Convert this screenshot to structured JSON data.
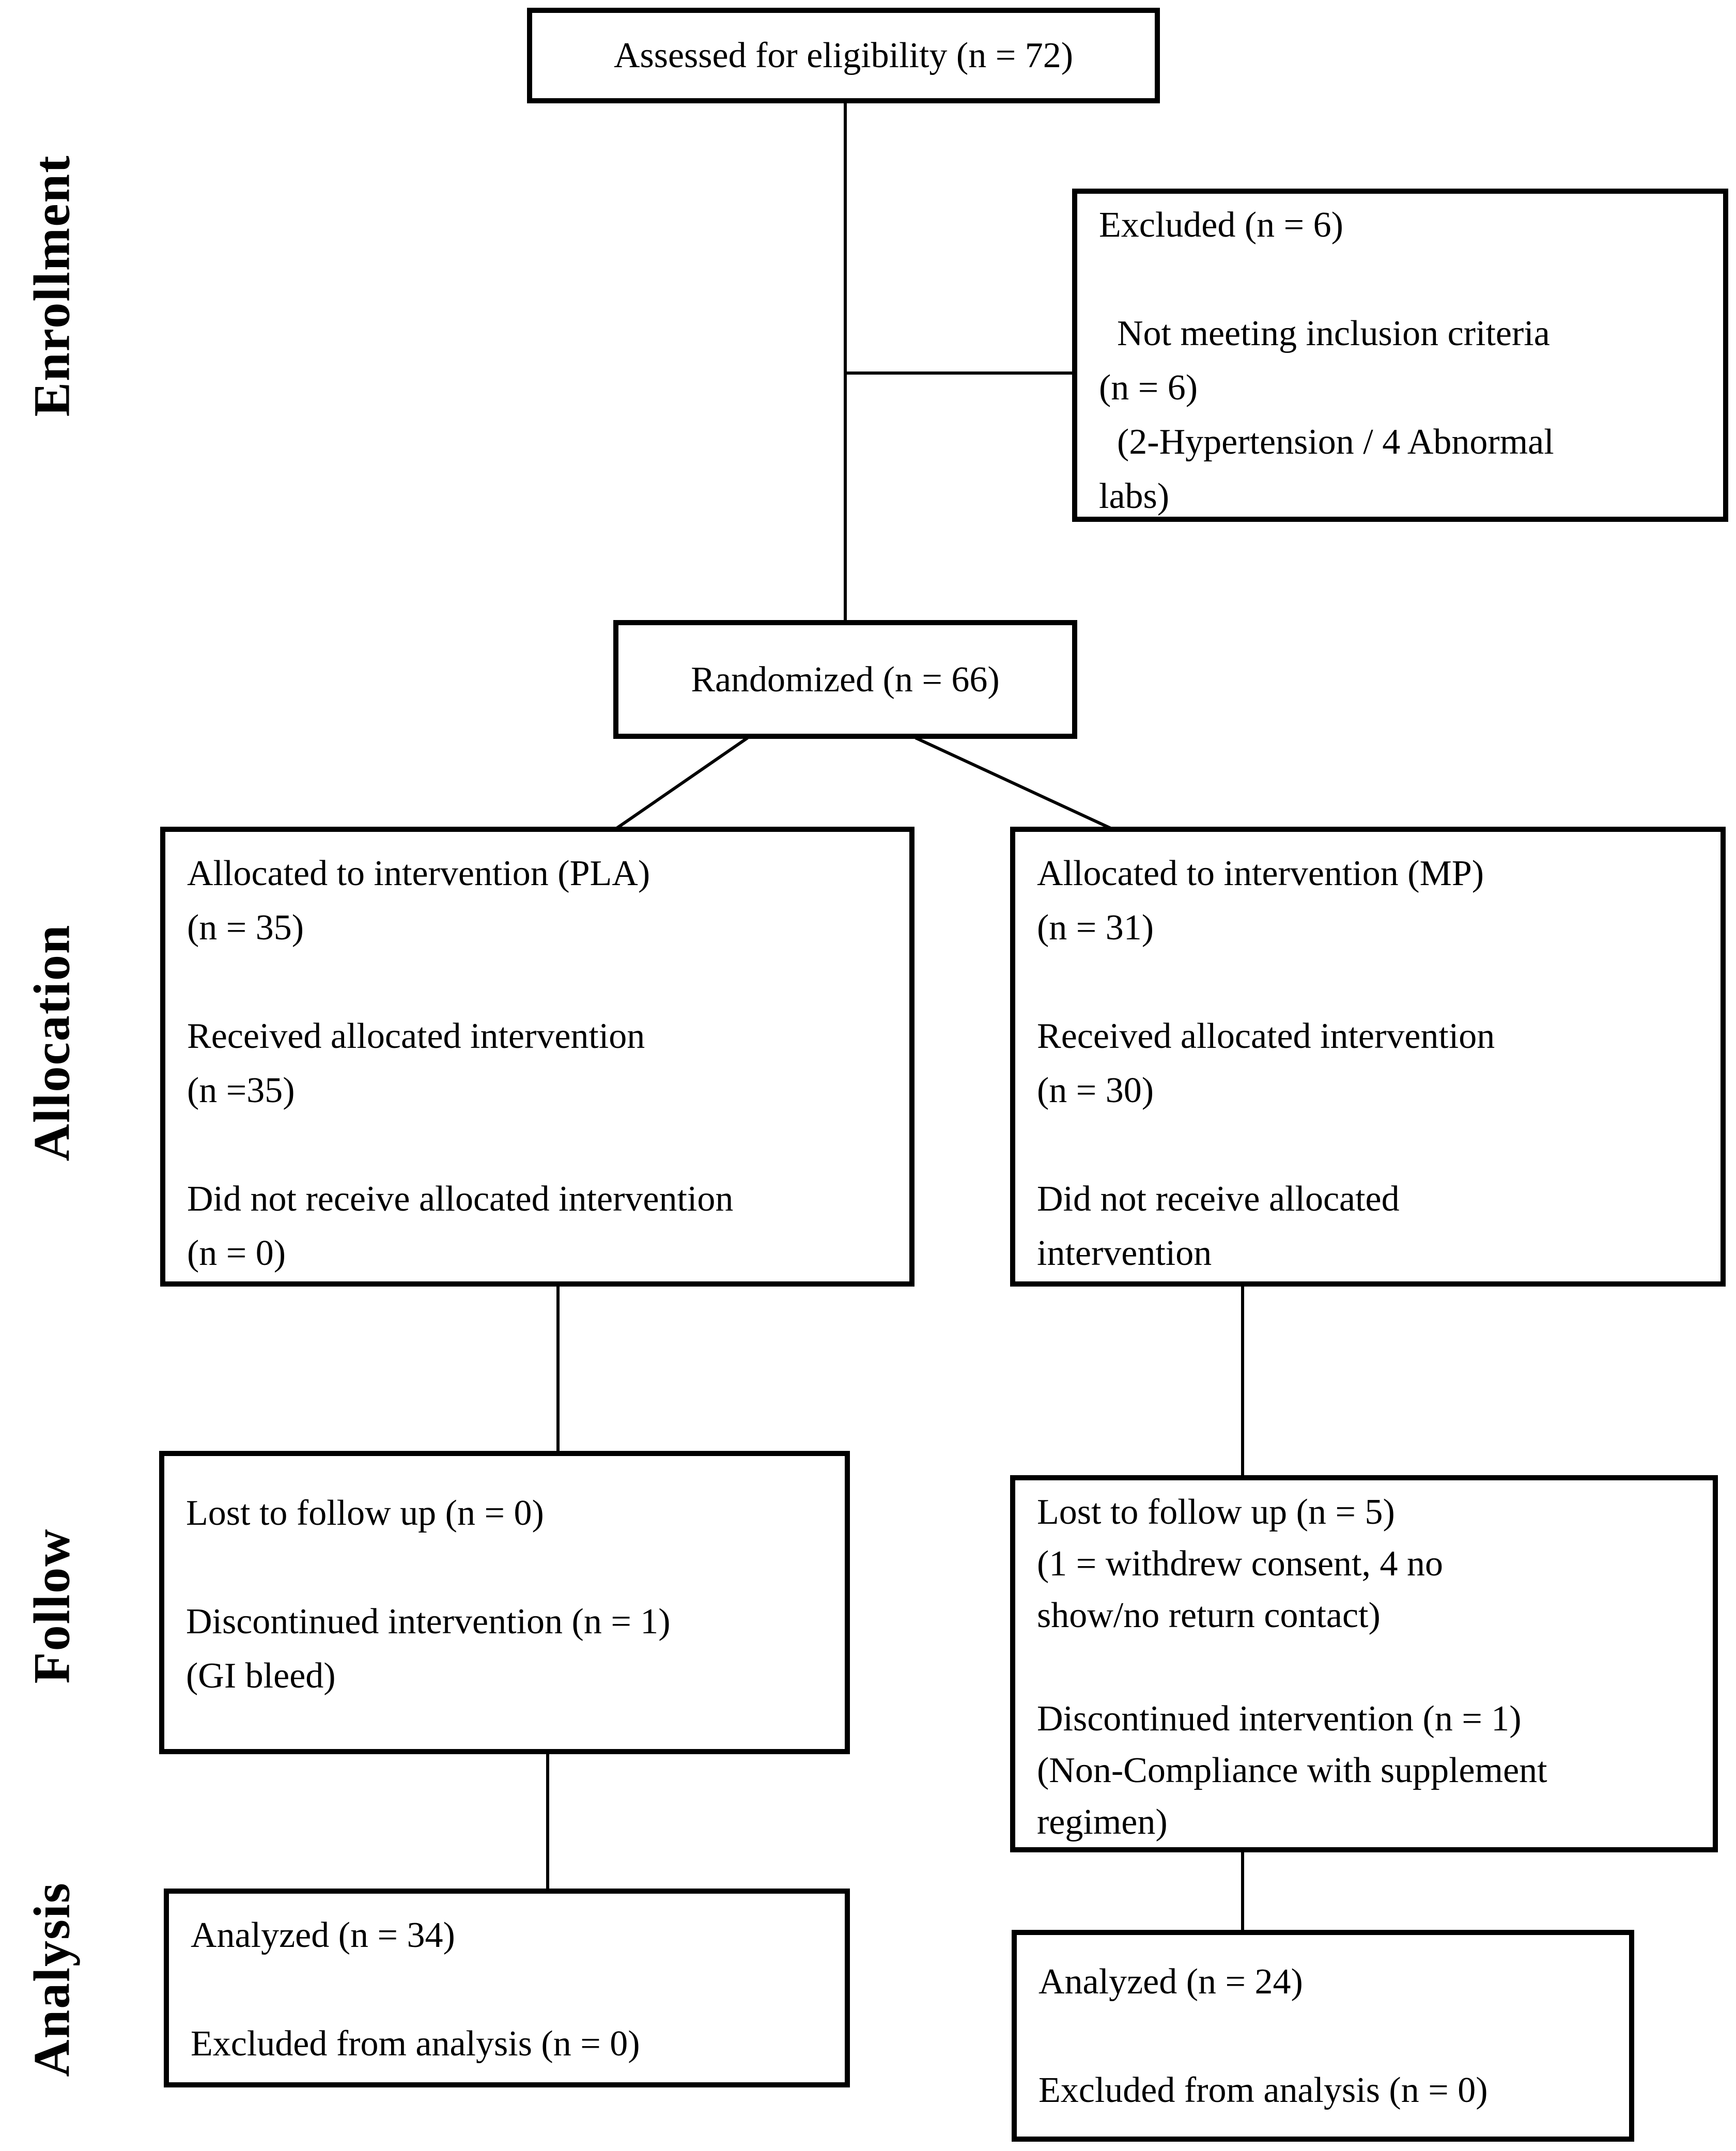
{
  "figure": {
    "type": "consort-flow-diagram",
    "background_color": "#ffffff",
    "ink_color": "#000000",
    "stage_labels": [
      "Enrollment",
      "Allocation",
      "Follow",
      "Analysis"
    ],
    "boxes": {
      "assessed": {
        "lines": [
          "Assessed for eligibility (n = 72)"
        ]
      },
      "excluded": {
        "lines": [
          "Excluded (n = 6)",
          "",
          "  Not meeting inclusion criteria",
          "(n = 6)",
          "  (2-Hypertension / 4 Abnormal",
          "labs)"
        ]
      },
      "randomized": {
        "lines": [
          "Randomized (n = 66)"
        ]
      },
      "allocation_pla": {
        "lines": [
          "Allocated to intervention (PLA)",
          "(n = 35)",
          "",
          "Received allocated intervention",
          "(n =35)",
          "",
          "Did not receive allocated intervention",
          "(n = 0)"
        ]
      },
      "allocation_mp": {
        "lines": [
          "Allocated to intervention (MP)",
          "(n = 31)",
          "",
          "Received allocated intervention",
          "(n = 30)",
          "",
          "Did not receive allocated",
          "intervention"
        ]
      },
      "followup_pla": {
        "lines": [
          "Lost to follow up (n = 0)",
          "",
          "Discontinued intervention (n = 1)",
          "(GI bleed)"
        ]
      },
      "followup_mp": {
        "lines": [
          "Lost to follow up (n = 5)",
          "(1 = withdrew consent, 4 no",
          "show/no return contact)",
          "",
          "Discontinued intervention (n = 1)",
          "(Non-Compliance with supplement",
          "regimen)"
        ]
      },
      "analysis_pla": {
        "lines": [
          "Analyzed (n = 34)",
          "",
          "Excluded from analysis (n = 0)"
        ]
      },
      "analysis_mp": {
        "lines": [
          "Analyzed (n = 24)",
          "",
          "Excluded from analysis (n = 0)"
        ]
      }
    }
  }
}
